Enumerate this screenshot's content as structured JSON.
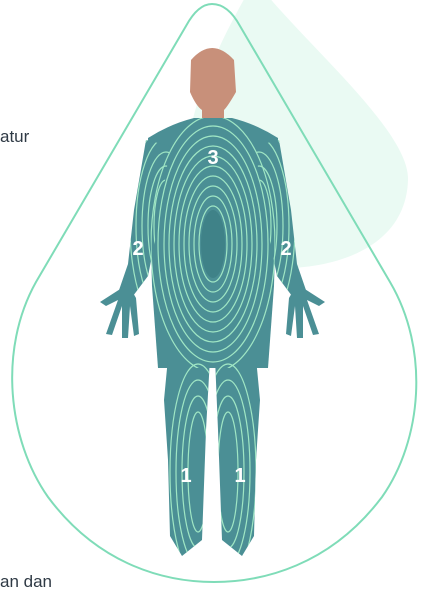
{
  "side_text": {
    "top": "atur",
    "bottom": "an dan"
  },
  "zones": [
    {
      "label": "3",
      "area": "torso"
    },
    {
      "label": "2",
      "area": "left-arm"
    },
    {
      "label": "2",
      "area": "right-arm"
    },
    {
      "label": "1",
      "area": "left-leg"
    },
    {
      "label": "1",
      "area": "right-leg"
    }
  ],
  "colors": {
    "body": "#4b8f95",
    "contour": "#9fe6c4",
    "head": "#c8907a",
    "drop_outline": "#7fdcb8",
    "background_blob": "#eafaf3",
    "zone_label": "#ffffff"
  }
}
